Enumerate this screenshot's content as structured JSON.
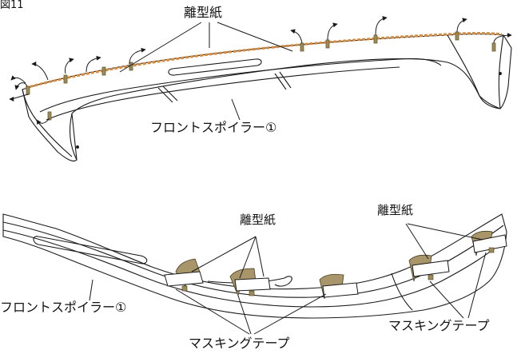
{
  "figure": {
    "number": "図11",
    "top": {
      "release_paper_label": "離型紙",
      "spoiler_label": "フロントスポイラー①"
    },
    "bottom": {
      "release_paper_label_left": "離型紙",
      "release_paper_label_right": "離型紙",
      "spoiler_label": "フロントスポイラー①",
      "masking_tape_label_left": "マスキングテープ",
      "masking_tape_label_right": "マスキングテープ"
    }
  },
  "colors": {
    "line": "#1a1a1a",
    "tape_strip": "#d8893a",
    "tape_tab": "#9c8a57",
    "masking_tape": "#a8956a"
  }
}
